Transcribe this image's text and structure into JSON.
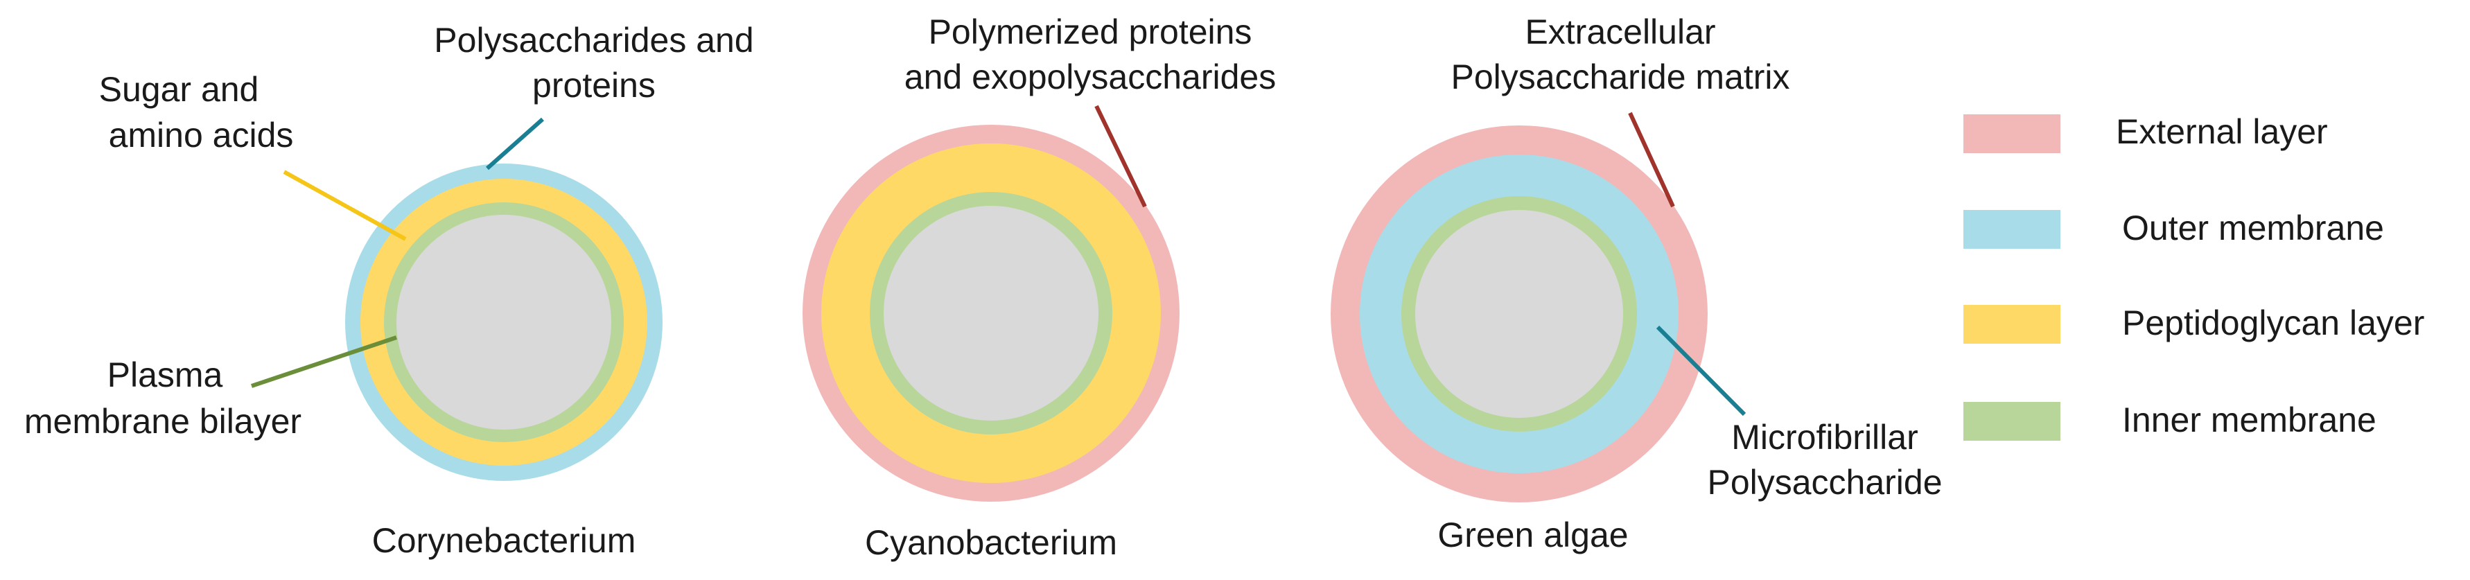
{
  "colors": {
    "external_layer": "#F2B8B8",
    "outer_membrane": "#A8DCE8",
    "peptidoglycan_layer": "#FFD966",
    "inner_membrane": "#B8D69A",
    "cytoplasm": "#D9D9D9",
    "leader_yellow": "#F5C518",
    "leader_teal": "#1A7F93",
    "leader_green": "#6B8E3A",
    "leader_red": "#A0342C"
  },
  "cells": [
    {
      "name": "Corynebacterium",
      "annotations": [
        {
          "lines": [
            "Polysaccharides and",
            "proteins"
          ]
        },
        {
          "lines": [
            "Sugar and",
            "amino acids"
          ]
        },
        {
          "lines": [
            "Plasma",
            "membrane bilayer"
          ]
        }
      ]
    },
    {
      "name": "Cyanobacterium",
      "annotations": [
        {
          "lines": [
            "Polymerized proteins",
            "and exopolysaccharides"
          ]
        }
      ]
    },
    {
      "name": "Green algae",
      "annotations": [
        {
          "lines": [
            "Extracellular",
            "Polysaccharide matrix"
          ]
        },
        {
          "lines": [
            "Microfibrillar",
            "Polysaccharide"
          ]
        }
      ]
    }
  ],
  "legend": [
    {
      "label": "External layer",
      "color": "#F2B8B8"
    },
    {
      "label": "Outer membrane",
      "color": "#A8DCE8"
    },
    {
      "label": "Peptidoglycan layer",
      "color": "#FFD966"
    },
    {
      "label": "Inner membrane",
      "color": "#B8D69A"
    }
  ]
}
